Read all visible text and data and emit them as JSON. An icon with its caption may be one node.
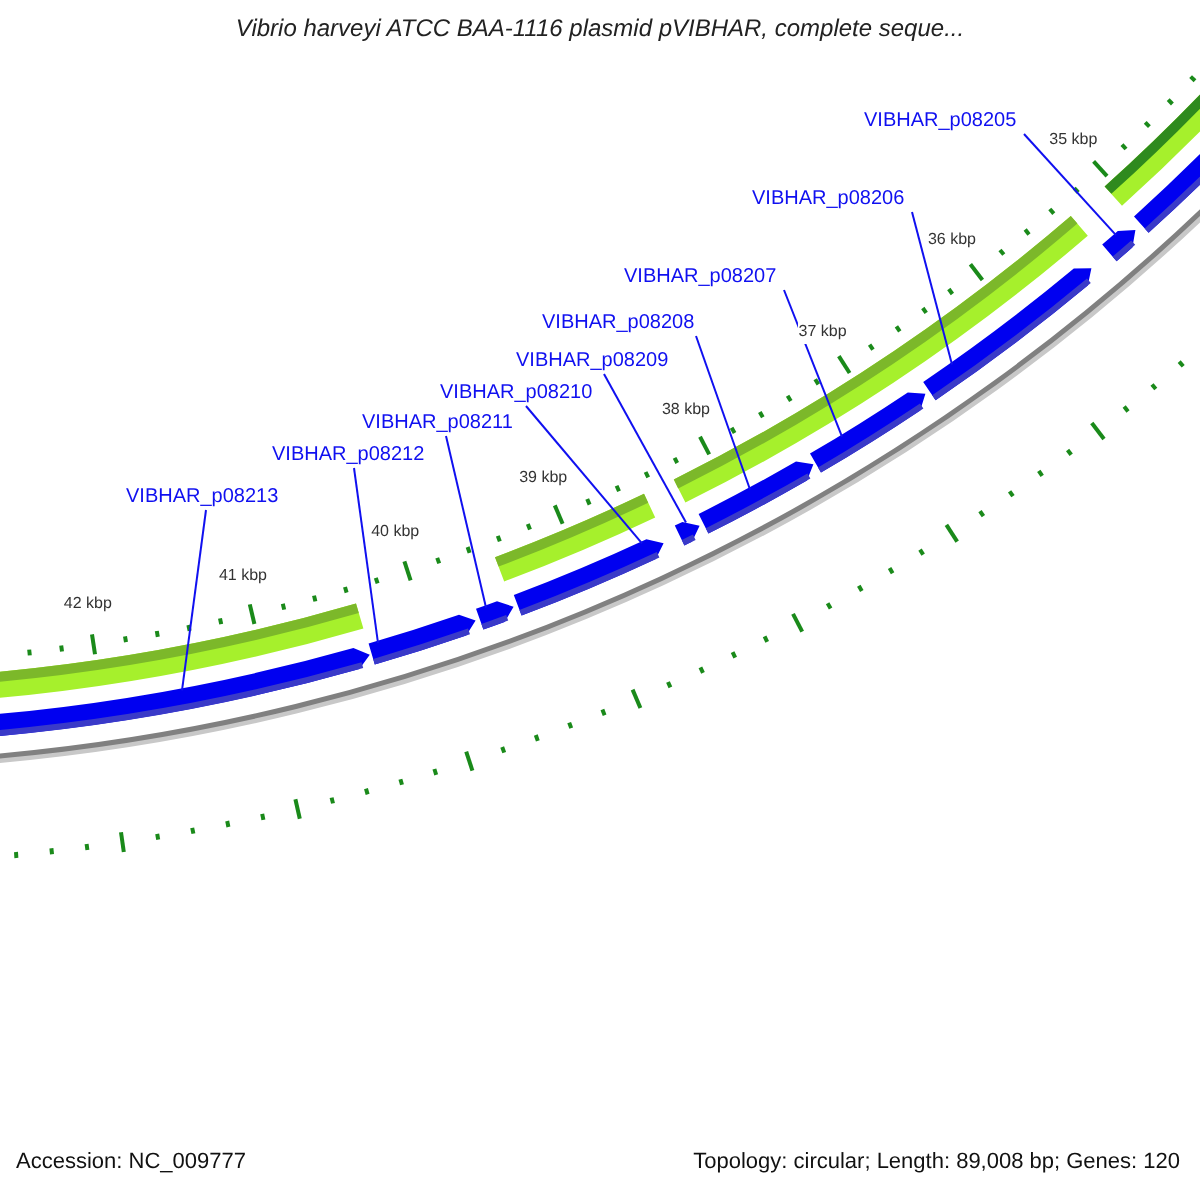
{
  "diagram": {
    "title": "Vibrio harveyi ATCC BAA-1116 plasmid pVIBHAR, complete seque...",
    "nodes": [
      {
        "text": [
          "VIBHAR_p08205"
        ]
      },
      {
        "text": [
          "VIBHAR_p08206"
        ]
      },
      {
        "text": [
          "VIBHAR_p08207"
        ]
      },
      {
        "text": [
          "VIBHAR_p08208"
        ]
      },
      {
        "text": [
          "VIBHAR_p08209"
        ]
      },
      {
        "text": [
          "VIBHAR_p08210"
        ]
      },
      {
        "text": [
          "VIBHAR_p08211"
        ]
      },
      {
        "text": [
          "VIBHAR_p08212"
        ]
      },
      {
        "text": [
          "VIBHAR_p08213"
        ]
      },
      {
        "text": [],
        "shape": "bar"
      },
      {
        "text": [],
        "shape": "bar"
      },
      {
        "text": [],
        "shape": "bar"
      },
      {
        "text": [],
        "shape": "bar"
      },
      {
        "text": [],
        "shape": "bar"
      },
      {
        "text": [],
        "shape": "bar"
      },
      {
        "text": [],
        "shape": "bar"
      },
      {
        "text": [],
        "shape": "bar"
      },
      {
        "text": [],
        "shape": "bar"
      },
      {
        "text": [],
        "shape": "bar"
      }
    ],
    "edges": [
      {
        "from": 0,
        "to": 17,
        "arrow": "none"
      },
      {
        "from": 1,
        "to": 16,
        "arrow": "none"
      },
      {
        "from": 2,
        "to": 15,
        "arrow": "none"
      },
      {
        "from": 3,
        "to": 14,
        "arrow": "none"
      },
      {
        "from": 4,
        "to": 13,
        "arrow": "none"
      },
      {
        "from": 5,
        "to": 12,
        "arrow": "none"
      },
      {
        "from": 6,
        "to": 11,
        "arrow": "none"
      },
      {
        "from": 7,
        "to": 10,
        "arrow": "none"
      },
      {
        "from": 8,
        "to": 9,
        "arrow": "none"
      }
    ],
    "labels": [
      "35 kbp",
      "36 kbp",
      "37 kbp",
      "38 kbp",
      "39 kbp",
      "40 kbp",
      "41 kbp",
      "42 kbp",
      "Accession: NC_009777",
      "Topology: circular; Length: 89,008 bp; Genes: 120"
    ]
  }
}
